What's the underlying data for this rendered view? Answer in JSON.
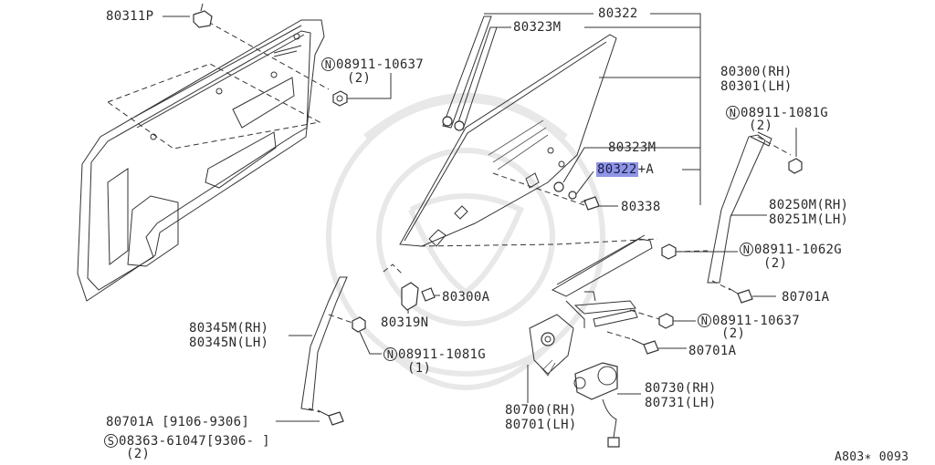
{
  "diagram": {
    "labels": {
      "p80311P": "80311P",
      "n0891110637_top": "08911-10637",
      "n0891110637_top_qty": "(2)",
      "p80322": "80322",
      "p80323M_top": "80323M",
      "p80300RH": "80300(RH)",
      "p80301LH": "80301(LH)",
      "n089111081G_right": "08911-1081G",
      "n089111081G_right_qty": "(2)",
      "p80323M_mid": "80323M",
      "p80322A_main": "80322",
      "p80322A_suffix": "+A",
      "p80338": "80338",
      "p80250MRH": "80250M(RH)",
      "p80251MLH": "80251M(LH)",
      "n089111062G": "08911-1062G",
      "n089111062G_qty": "(2)",
      "p80701A_right1": "80701A",
      "p80300A": "80300A",
      "p80319N": "80319N",
      "n0891110637_mid": "08911-10637",
      "n0891110637_mid_qty": "(2)",
      "p80345MRH": "80345M(RH)",
      "p80345NLH": "80345N(LH)",
      "p80701A_right2": "80701A",
      "n089111081G_left": "08911-1081G",
      "n089111081G_left_qty": "(1)",
      "p80730RH": "80730(RH)",
      "p80731LH": "80731(LH)",
      "p80700RH": "80700(RH)",
      "p80701LH": "80701(LH)",
      "p80701A_bottom": "80701A [9106-9306]",
      "s0836361047": "08363-61047[9306-     ]",
      "s0836361047_qty": "(2)",
      "ref_code": "A803∗ 0093"
    },
    "symbols": {
      "nut_symbol": "N",
      "screw_symbol": "S"
    },
    "colors": {
      "highlight": "#8f96e6",
      "line": "#333333"
    }
  }
}
